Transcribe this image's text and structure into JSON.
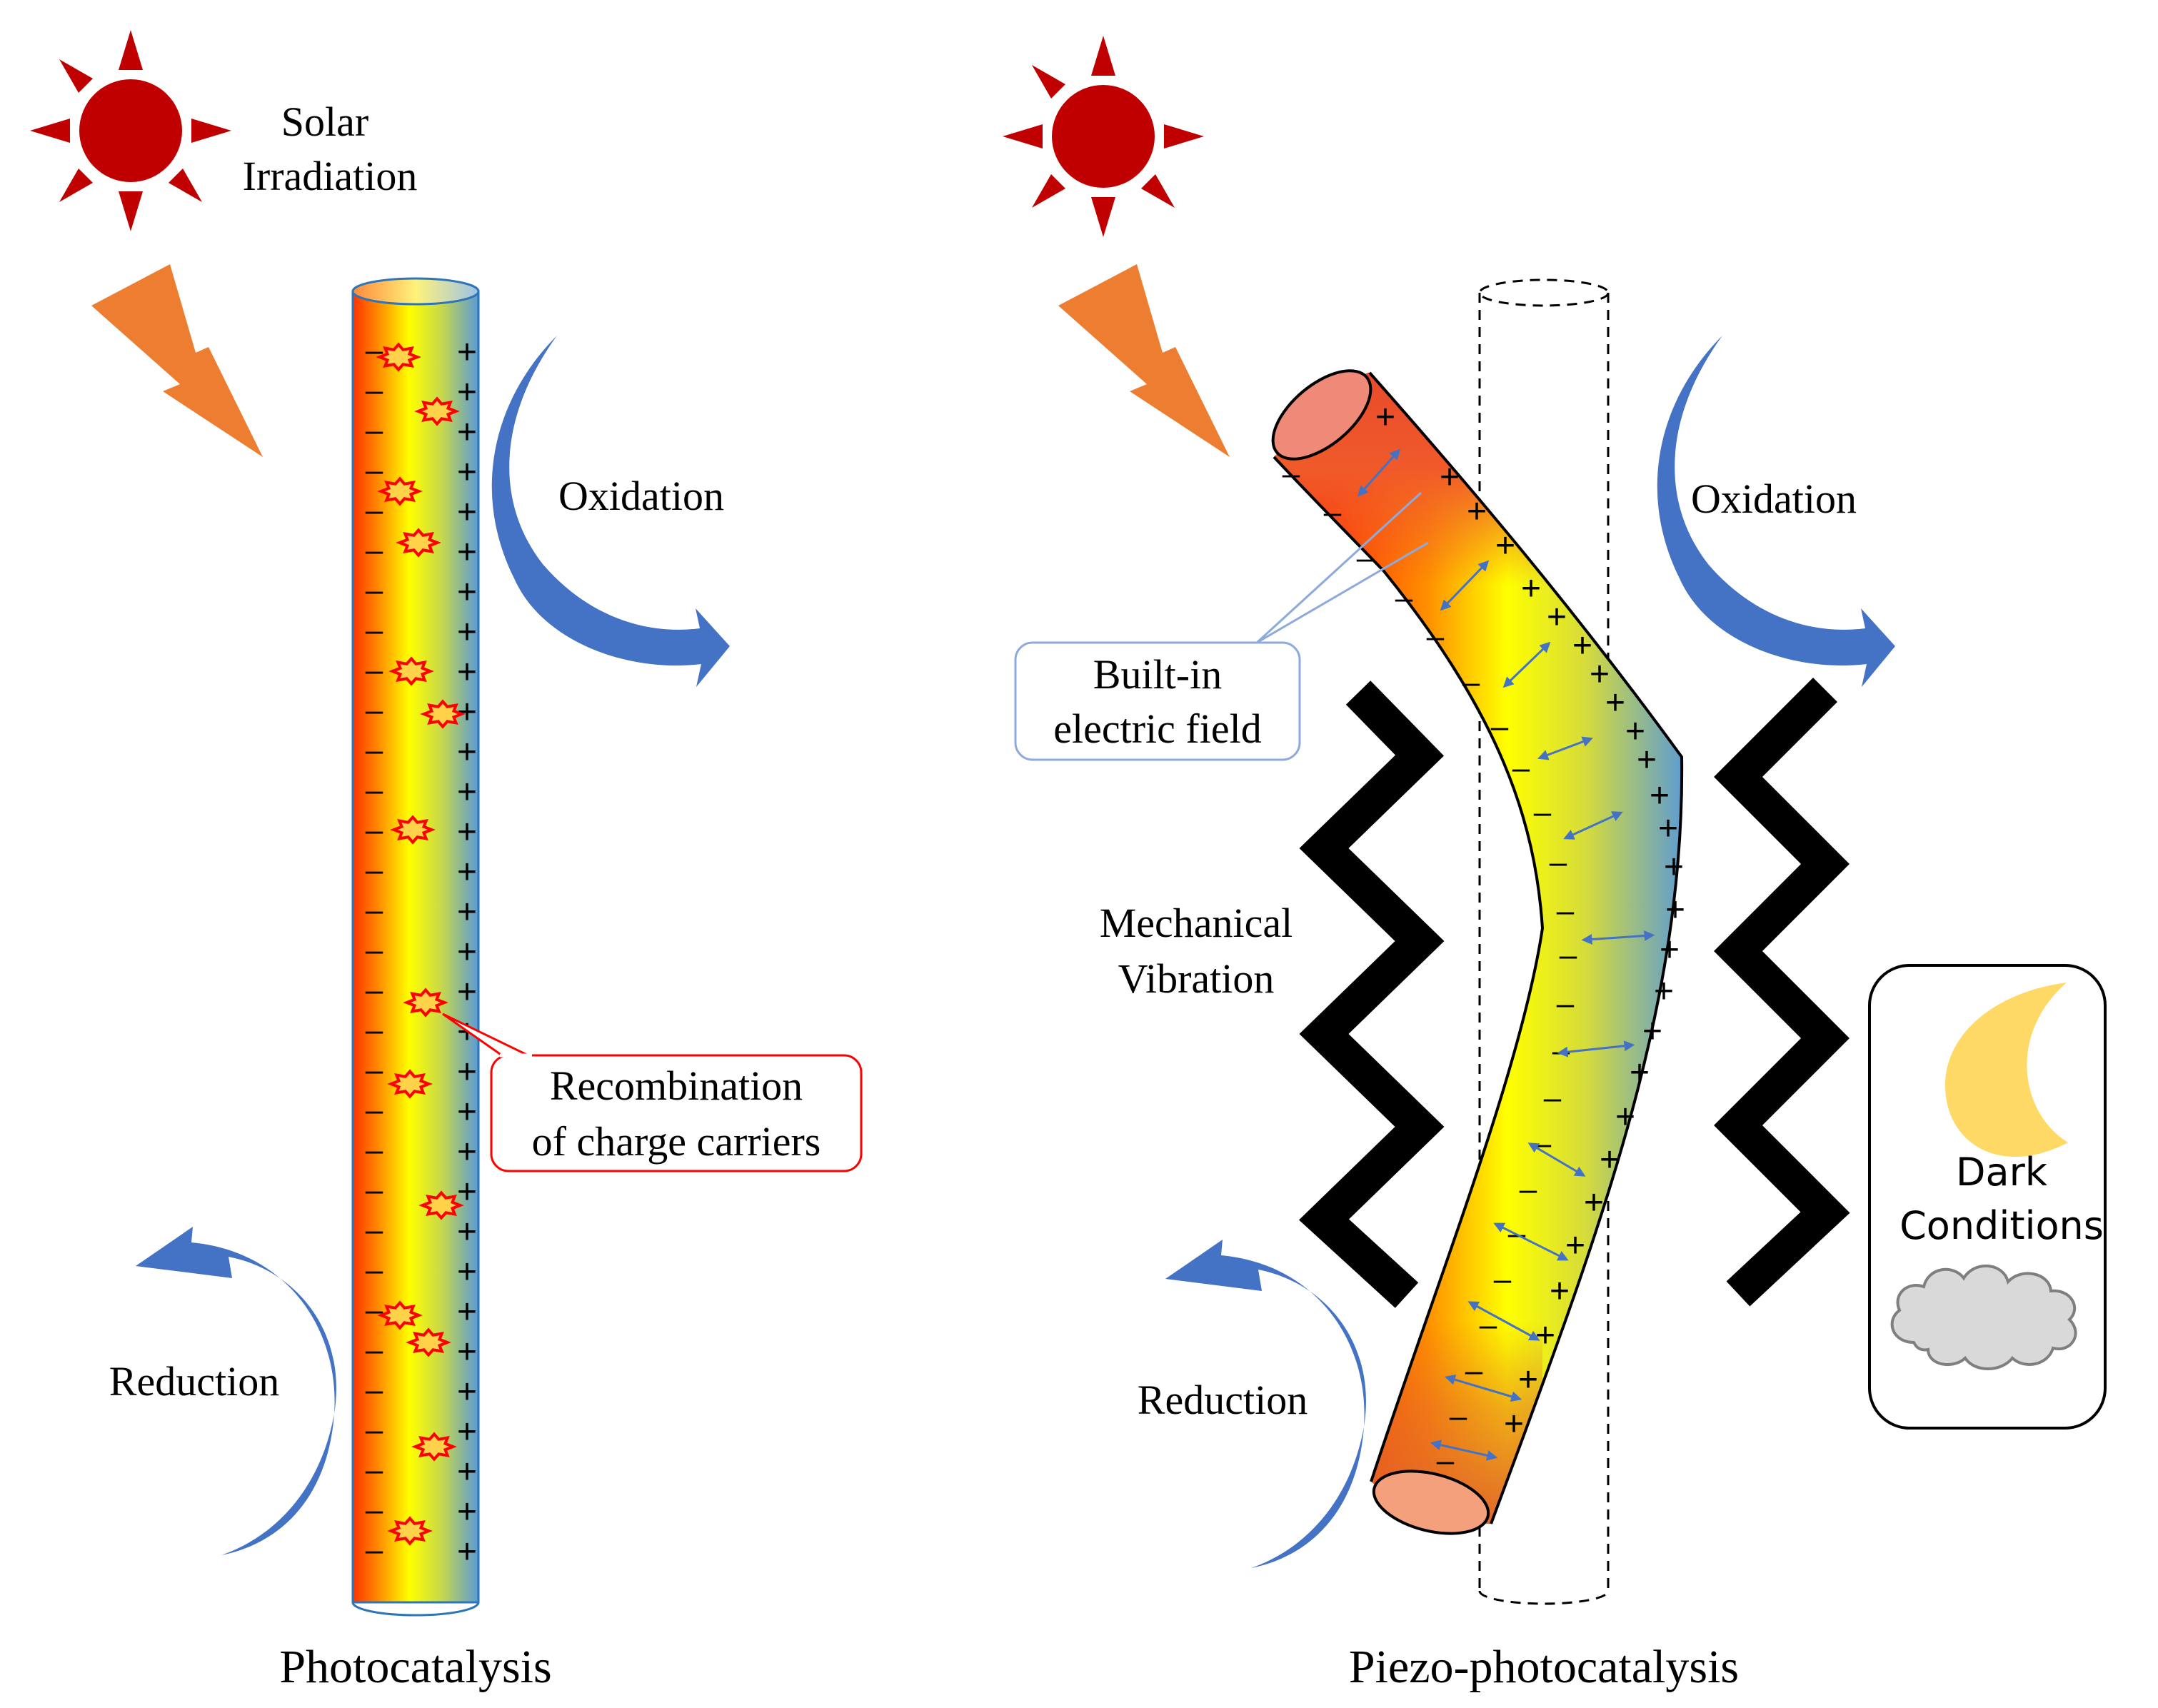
{
  "left_panel": {
    "sun_label_line1": "Solar",
    "sun_label_line2": "Irradiation",
    "oxidation": "Oxidation",
    "reduction": "Reduction",
    "callout_line1": "Recombination",
    "callout_line2": "of charge carriers",
    "caption": "Photocatalysis"
  },
  "right_panel": {
    "oxidation": "Oxidation",
    "reduction": "Reduction",
    "callout_line1": "Built-in",
    "callout_line2": "electric field",
    "vibration_line1": "Mechanical",
    "vibration_line2": "Vibration",
    "dark_line1": "Dark",
    "dark_line2": "Conditions",
    "caption": "Piezo-photocatalysis"
  },
  "symbols": {
    "negative": "–",
    "positive": "+"
  },
  "colors": {
    "sun": "#c00000",
    "lightning": "#ed7d31",
    "arrow": "#4472c4",
    "rod_red": "#ff3300",
    "rod_yellow": "#ffff00",
    "rod_blue": "#5b9bd5",
    "recombination": "#ff0000",
    "moon": "#ffd966",
    "cloud": "#d9d9d9"
  }
}
